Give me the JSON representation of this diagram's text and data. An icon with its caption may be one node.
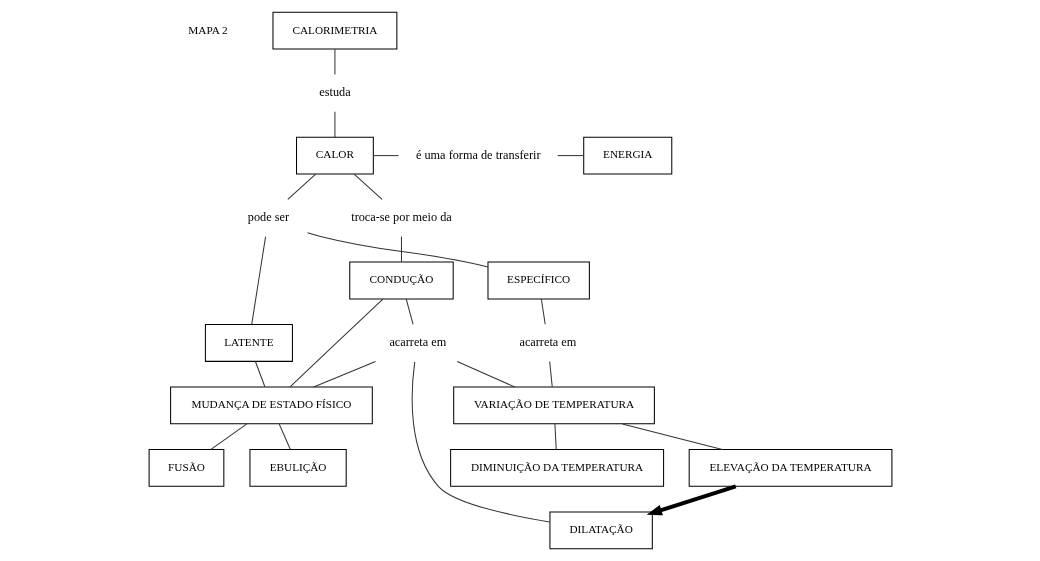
{
  "diagram": {
    "nodes": [
      {
        "text": [
          "CALORIMETRIA"
        ]
      },
      {
        "text": [
          "estuda"
        ]
      },
      {
        "text": [
          "CALOR"
        ]
      },
      {
        "text": [
          "é uma forma de transferir"
        ]
      },
      {
        "text": [
          "ENERGIA"
        ]
      },
      {
        "text": [
          "pode ser"
        ]
      },
      {
        "text": [
          "LATENTE"
        ]
      },
      {
        "text": [
          "ESPECÍFICO"
        ]
      },
      {
        "text": [
          "troca-se por meio da"
        ]
      },
      {
        "text": [
          "CONDUÇÃO"
        ]
      },
      {
        "text": [
          "acarreta em"
        ]
      },
      {
        "text": [
          "VARIAÇÃO DE TEMPERATURA"
        ]
      },
      {
        "text": [
          "acarreta em"
        ]
      },
      {
        "text": [
          "DILATAÇÃO"
        ]
      },
      {
        "text": [
          "MUDANÇA DE ESTADO FÍSICO"
        ]
      },
      {
        "text": [
          "DIMINUIÇÃO DA TEMPERATURA"
        ]
      },
      {
        "text": [
          "ELEVAÇÃO DA TEMPERATURA"
        ]
      },
      {
        "text": [
          "FUSÃO"
        ]
      },
      {
        "text": [
          "EBULIÇÃO"
        ]
      }
    ],
    "edges": [
      {
        "from": 0,
        "to": 1,
        "arrow": "none"
      },
      {
        "from": 1,
        "to": 2,
        "arrow": "none"
      },
      {
        "from": 2,
        "to": 3,
        "arrow": "none"
      },
      {
        "from": 3,
        "to": 4,
        "arrow": "none"
      },
      {
        "from": 2,
        "to": 5,
        "arrow": "none"
      },
      {
        "from": 5,
        "to": 6,
        "arrow": "none"
      },
      {
        "from": 5,
        "to": 7,
        "arrow": "none"
      },
      {
        "from": 2,
        "to": 8,
        "arrow": "none"
      },
      {
        "from": 8,
        "to": 9,
        "arrow": "none"
      },
      {
        "from": 7,
        "to": 10,
        "arrow": "none"
      },
      {
        "from": 10,
        "to": 11,
        "arrow": "none"
      },
      {
        "from": 9,
        "to": 12,
        "arrow": "none"
      },
      {
        "from": 12,
        "to": 11,
        "arrow": "none"
      },
      {
        "from": 12,
        "to": 13,
        "arrow": "none"
      },
      {
        "from": 12,
        "to": 14,
        "arrow": "none"
      },
      {
        "from": 9,
        "to": 14,
        "arrow": "none"
      },
      {
        "from": 11,
        "to": 15,
        "arrow": "none"
      },
      {
        "from": 11,
        "to": 16,
        "arrow": "none"
      },
      {
        "from": 16,
        "to": 13,
        "arrow": "to",
        "style": "thick"
      },
      {
        "from": 14,
        "to": 17,
        "arrow": "none"
      },
      {
        "from": 14,
        "to": 18,
        "arrow": "none"
      },
      {
        "from": 6,
        "to": 14,
        "arrow": "none"
      }
    ],
    "labels": [
      "MAPA 2"
    ]
  }
}
